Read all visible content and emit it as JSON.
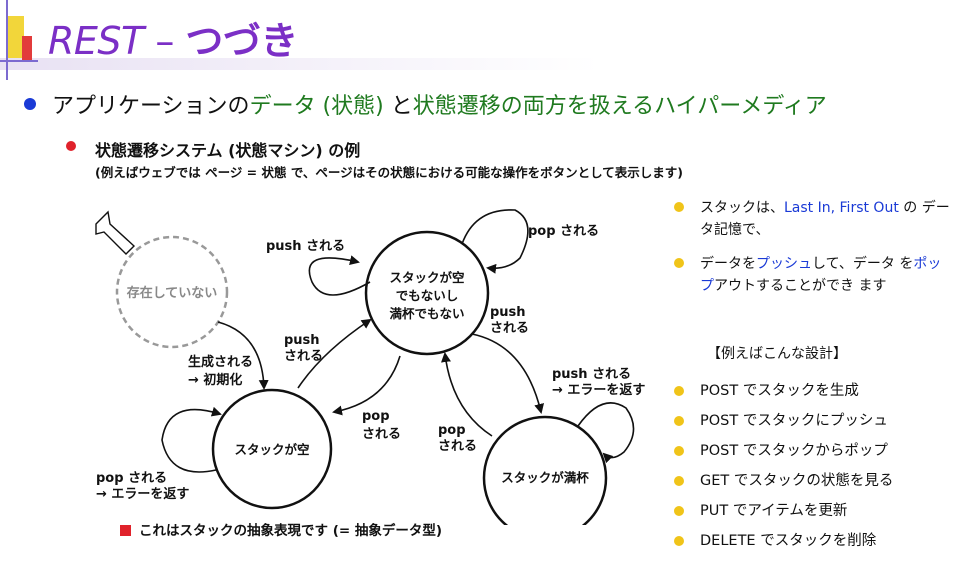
{
  "title": {
    "en": "REST",
    "dash": " – ",
    "ja": "つづき"
  },
  "main_bullet": {
    "pre": "アプリケーションの",
    "hl1": "データ (状態)",
    "mid": " と",
    "hl2": "状態遷移の両方を扱えるハイパーメディア"
  },
  "sub_bullet": {
    "text": "状態遷移システム (状態マシン) の例",
    "note": "(例えばウェブでは ページ = 状態 で、ページはその状態における可能な操作をボタンとして表示します)"
  },
  "diagram": {
    "states": {
      "nonexistent": "存在していない",
      "middle": [
        "スタックが空",
        "でもないし",
        "満杯でもない"
      ],
      "empty": "スタックが空",
      "full": "スタックが満杯"
    },
    "labels": {
      "push_top": "push される",
      "pop_top": "pop される",
      "create": [
        "生成される",
        "→ 初期化"
      ],
      "push_empty_to_mid": [
        "push",
        "される"
      ],
      "pop_mid_to_empty": [
        "pop",
        "される"
      ],
      "push_mid_to_full": [
        "push",
        "される"
      ],
      "pop_full_to_mid": [
        "pop",
        "される"
      ],
      "push_full_error": [
        "push される",
        "→ エラーを返す"
      ],
      "pop_empty_error": [
        "pop される",
        "→ エラーを返す"
      ]
    }
  },
  "right_panel": {
    "items": [
      {
        "pre": "スタックは、",
        "blue": "Last In, First Out",
        "post": " の データ記憶で、"
      },
      {
        "pre": "データを",
        "blue": "プッシュ",
        "mid": "して、データ を",
        "blue2": "ポップ",
        "post": "アウトすることができ ます"
      }
    ],
    "example_heading": "【例えばこんな設計】",
    "examples": [
      "POST でスタックを生成",
      "POST でスタックにプッシュ",
      "POST でスタックからポップ",
      "GET でスタックの状態を見る",
      "PUT でアイテムを更新",
      "DELETE でスタックを削除"
    ]
  },
  "footnote": "これはスタックの抽象表現です (= 抽象データ型)",
  "colors": {
    "title": "#7b2fc6",
    "highlight": "#1f7a1f",
    "link_blue": "#1a3ad6",
    "bullet_blue": "#1a3ad6",
    "bullet_red": "#e0222b",
    "bullet_yellow": "#f0c419"
  }
}
